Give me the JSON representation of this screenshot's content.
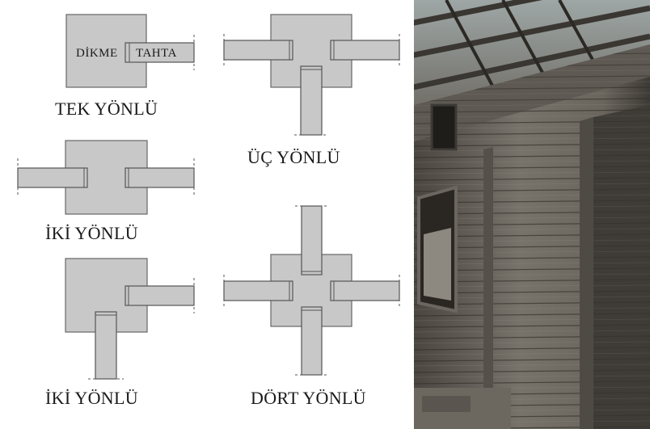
{
  "labels": {
    "dikme": "DİKME",
    "tahta": "TAHTA",
    "tek_yonlu": "TEK YÖNLÜ",
    "uc_yonlu": "ÜÇ YÖNLÜ",
    "iki_yonlu_1": "İKİ YÖNLÜ",
    "iki_yonlu_2": "İKİ YÖNLÜ",
    "dort_yonlu": "DÖRT YÖNLÜ"
  },
  "colors": {
    "post_fill": "#c8c8c8",
    "outline": "#555555",
    "wood_dark": "#3e3a35",
    "wood_light": "#8d8880"
  }
}
